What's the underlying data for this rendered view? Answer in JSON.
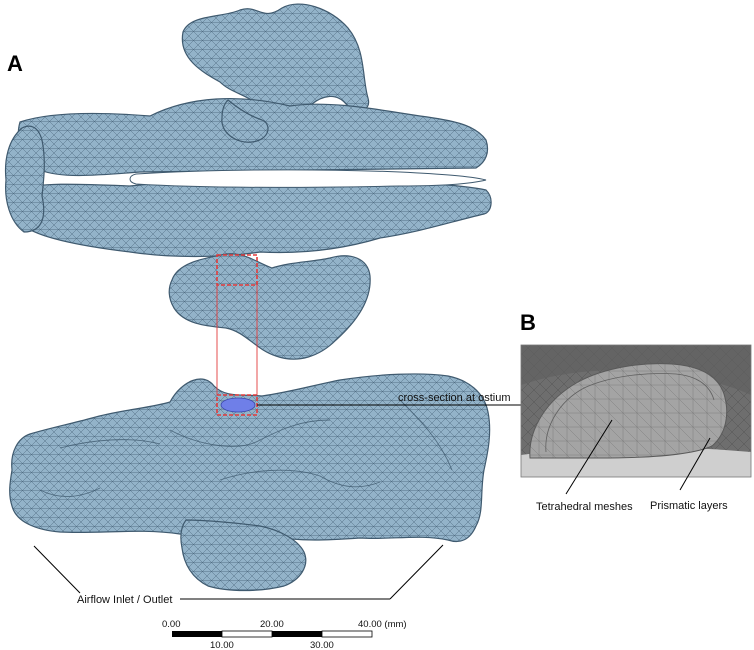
{
  "panel_labels": {
    "a": "A",
    "b": "B"
  },
  "annotations": {
    "cross_section": "cross-section at ostium",
    "tetrahedral": "Tetrahedral meshes",
    "prismatic": "Prismatic layers",
    "airflow": "Airflow Inlet / Outlet"
  },
  "scale_bar": {
    "top_labels": [
      "0.00",
      "20.00",
      "40.00 (mm)"
    ],
    "bottom_labels": [
      "10.00",
      "30.00"
    ]
  },
  "colors": {
    "mesh_fill": "#93b3c9",
    "mesh_line": "#47637a",
    "highlight_box": "#e23b3b",
    "ostium_fill": "#6f7fe8",
    "inset_bg": "#9a9a9a"
  }
}
